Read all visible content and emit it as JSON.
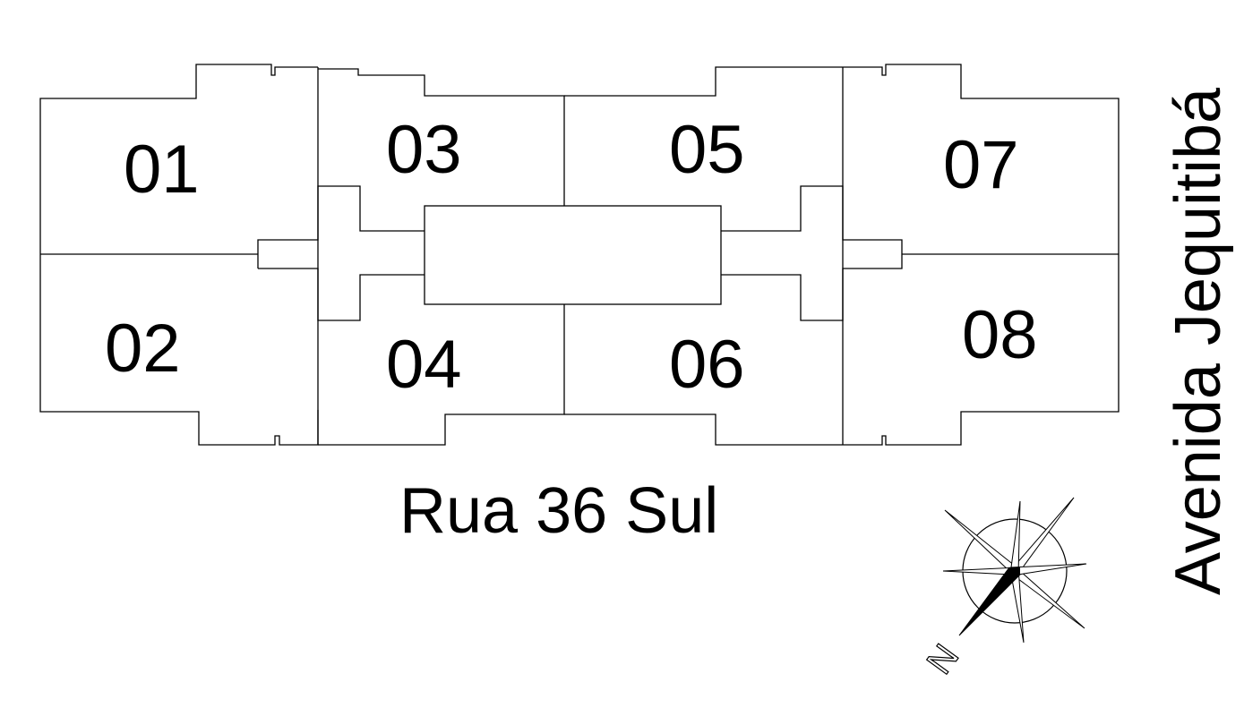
{
  "units": [
    {
      "id": "unit-01",
      "label": "01"
    },
    {
      "id": "unit-02",
      "label": "02"
    },
    {
      "id": "unit-03",
      "label": "03"
    },
    {
      "id": "unit-04",
      "label": "04"
    },
    {
      "id": "unit-05",
      "label": "05"
    },
    {
      "id": "unit-06",
      "label": "06"
    },
    {
      "id": "unit-07",
      "label": "07"
    },
    {
      "id": "unit-08",
      "label": "08"
    }
  ],
  "streets": {
    "south": "Rua 36 Sul",
    "east": "Avenida Jequitibá"
  },
  "compass": {
    "icon": "compass-rose-icon",
    "north_letter": "N"
  },
  "colors": {
    "line": "#000000",
    "background": "#ffffff"
  }
}
